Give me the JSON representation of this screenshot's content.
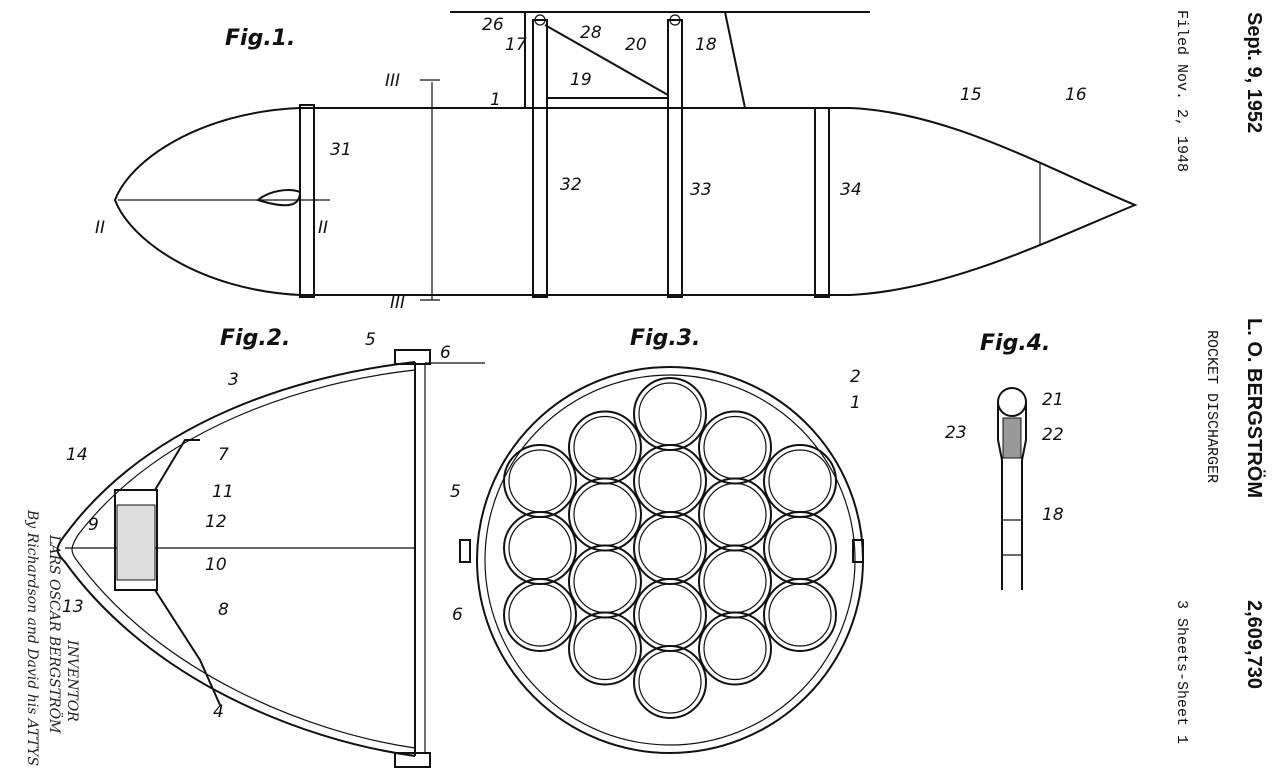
{
  "header": {
    "date": "Sept. 9, 1952",
    "inventor": "L. O. BERGSTRÖM",
    "patent_number": "2,609,730",
    "filed": "Filed Nov. 2, 1948",
    "title": "ROCKET DISCHARGER",
    "sheets": "3 Sheets-Sheet 1"
  },
  "fig1": {
    "title": "Fig.1.",
    "labels": [
      "26",
      "28",
      "17",
      "20",
      "18",
      "19",
      "1",
      "15",
      "16",
      "31",
      "32",
      "33",
      "34",
      "III",
      "III",
      "II",
      "II"
    ]
  },
  "fig2": {
    "title": "Fig.2.",
    "labels": [
      "5",
      "6",
      "3",
      "14",
      "7",
      "11",
      "9",
      "12",
      "10",
      "13",
      "8",
      "4"
    ]
  },
  "fig3": {
    "title": "Fig.3.",
    "labels": [
      "2",
      "1",
      "5",
      "6"
    ]
  },
  "fig4": {
    "title": "Fig.4.",
    "labels": [
      "21",
      "23",
      "22",
      "18"
    ]
  },
  "signature": {
    "inventor_label": "INVENTOR",
    "inventor_name": "LARS OSCAR BERGSTRÖM",
    "attorneys": "By Richardson and David his ATTYS"
  }
}
